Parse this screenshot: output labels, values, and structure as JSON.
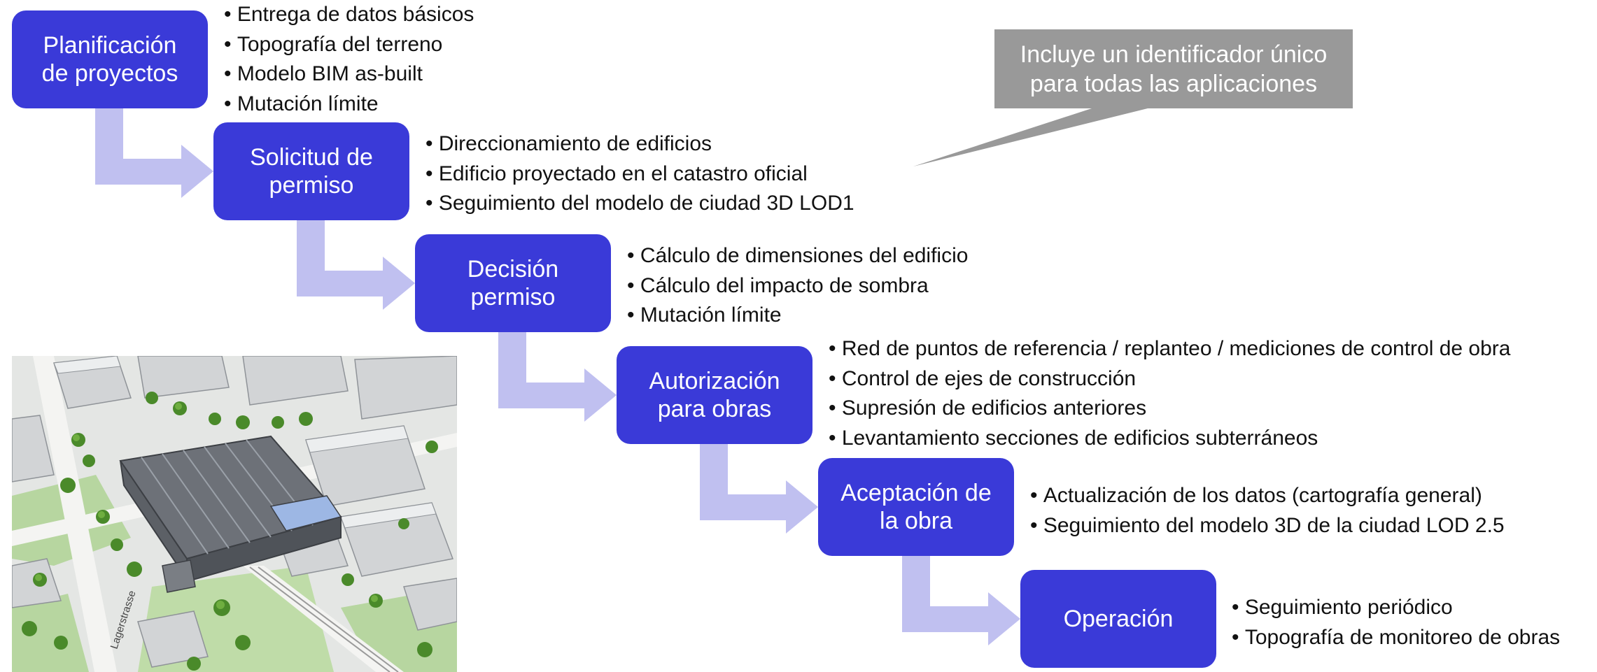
{
  "steps": [
    {
      "line1": "Planificación",
      "line2": "de proyectos"
    },
    {
      "line1": "Solicitud de",
      "line2": "permiso"
    },
    {
      "line1": "Decisión",
      "line2": "permiso"
    },
    {
      "line1": "Autorización",
      "line2": "para obras"
    },
    {
      "line1": "Aceptación de",
      "line2": "la obra"
    },
    {
      "line1": "Operación",
      "line2": ""
    }
  ],
  "bullets": [
    [
      "Entrega de datos básicos",
      "Topografía del terreno",
      "Modelo BIM as-built",
      "Mutación límite"
    ],
    [
      "Direccionamiento de edificios",
      "Edificio proyectado en el catastro oficial",
      "Seguimiento del modelo de ciudad 3D LOD1"
    ],
    [
      "Cálculo de dimensiones del edificio",
      "Cálculo del impacto de sombra",
      "Mutación límite"
    ],
    [
      "Red de puntos de referencia / replanteo / mediciones de control de obra",
      "Control de ejes de construcción",
      "Supresión de edificios anteriores",
      "Levantamiento secciones de edificios subterráneos"
    ],
    [
      "Actualización de los datos (cartografía general)",
      "Seguimiento del modelo 3D de la ciudad LOD 2.5"
    ],
    [
      "Seguimiento periódico",
      "Topografía de monitoreo de obras"
    ]
  ],
  "callout": {
    "line1": "Incluye un identificador único",
    "line2": "para todas las aplicaciones"
  },
  "image": {
    "street_label": "Lagerstrasse"
  },
  "colors": {
    "step_fill": "#3a3ad8",
    "arrow_fill": "#c0c0f0",
    "callout_fill": "#999999"
  }
}
